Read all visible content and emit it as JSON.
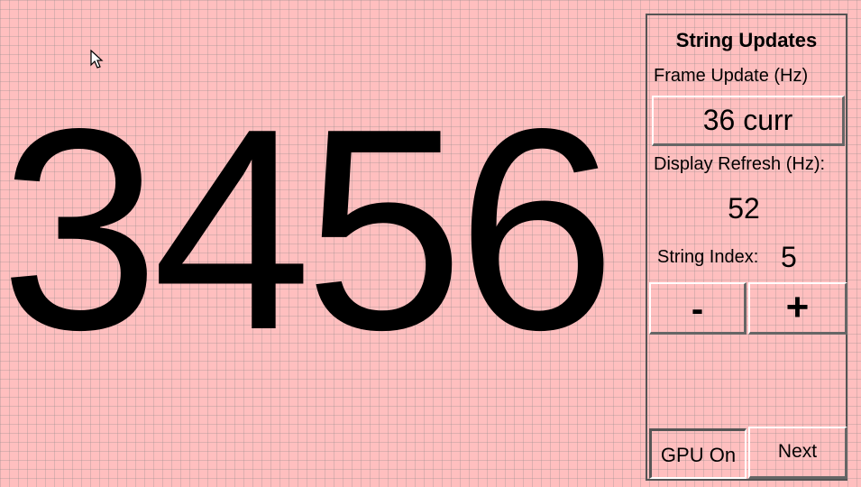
{
  "display": {
    "current_string": "3456"
  },
  "panel": {
    "title": "String Updates",
    "frame_update_label": "Frame Update (Hz)",
    "frame_update_button": "36 curr",
    "display_refresh_label": "Display Refresh (Hz):",
    "display_refresh_value": "52",
    "string_index_label": "String Index:",
    "string_index_value": "5",
    "minus_label": "-",
    "plus_label": "+",
    "gpu_label": "GPU On",
    "next_label": "Next"
  },
  "colors": {
    "background": "#ffbfbf",
    "grid": "#968c8c",
    "text": "#000000"
  },
  "icons": {
    "cursor": "mouse-pointer-icon"
  }
}
